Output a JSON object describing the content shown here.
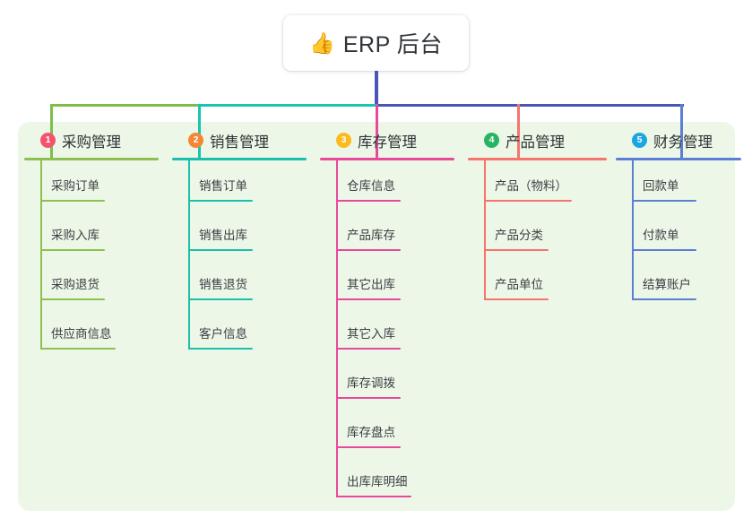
{
  "root": {
    "icon": "thumbs-up-emoji",
    "emoji": "👍",
    "title": "ERP 后台"
  },
  "palette": {
    "panel_bg": "#EDF7E8",
    "page_bg": "#FFFFFF",
    "root_stem": "#4A55B8",
    "bar_green": "#7DBF46",
    "bar_teal": "#16C6B1",
    "bar_indigo": "#4A55B8"
  },
  "columns": [
    {
      "index": "1",
      "title": "采购管理",
      "badge_color": "#F2536D",
      "line_color": "#8CC152",
      "drop_color": "#7DBF46",
      "items": [
        "采购订单",
        "采购入库",
        "采购退货",
        "供应商信息"
      ]
    },
    {
      "index": "2",
      "title": "销售管理",
      "badge_color": "#F58634",
      "line_color": "#1ABFAD",
      "drop_color": "#16C6B1",
      "items": [
        "销售订单",
        "销售出库",
        "销售退货",
        "客户信息"
      ]
    },
    {
      "index": "3",
      "title": "库存管理",
      "badge_color": "#FDBA1E",
      "line_color": "#E8499B",
      "drop_color": "#E8499B",
      "items": [
        "仓库信息",
        "产品库存",
        "其它出库",
        "其它入库",
        "库存调拨",
        "库存盘点",
        "出库库明细"
      ]
    },
    {
      "index": "4",
      "title": "产品管理",
      "badge_color": "#29B463",
      "line_color": "#F5756E",
      "drop_color": "#F5756E",
      "items": [
        "产品（物料）",
        "产品分类",
        "产品单位"
      ]
    },
    {
      "index": "5",
      "title": "财务管理",
      "badge_color": "#1CA6E0",
      "line_color": "#5B7FD4",
      "drop_color": "#5B7FD4",
      "items": [
        "回款单",
        "付款单",
        "结算账户"
      ]
    }
  ]
}
